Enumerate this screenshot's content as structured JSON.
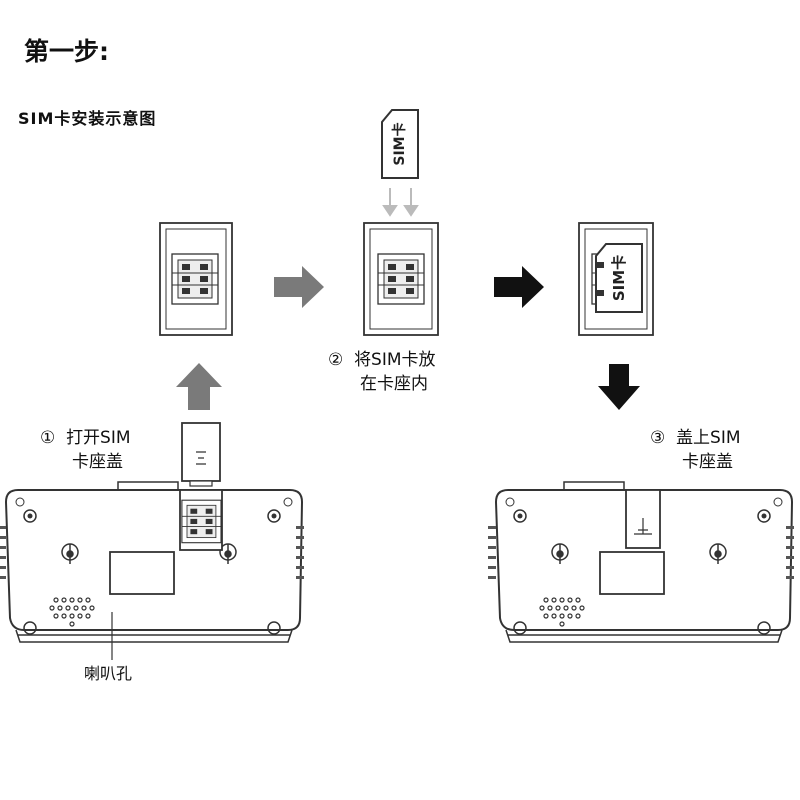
{
  "title": "第一步:",
  "diagram_title": "SIM卡安装示意图",
  "steps": [
    {
      "marker": "①",
      "line1": "打开SIM",
      "line2": "卡座盖"
    },
    {
      "marker": "②",
      "line1": "将SIM卡放",
      "line2": "在卡座内"
    },
    {
      "marker": "③",
      "line1": "盖上SIM",
      "line2": "卡座盖"
    }
  ],
  "speaker_label": "喇叭孔",
  "sim_card_text": "SIM卡",
  "colors": {
    "line": "#333333",
    "gray_arrow": "#7a7a7a",
    "black_arrow": "#111111",
    "light_arrow": "#bbbbbb"
  }
}
